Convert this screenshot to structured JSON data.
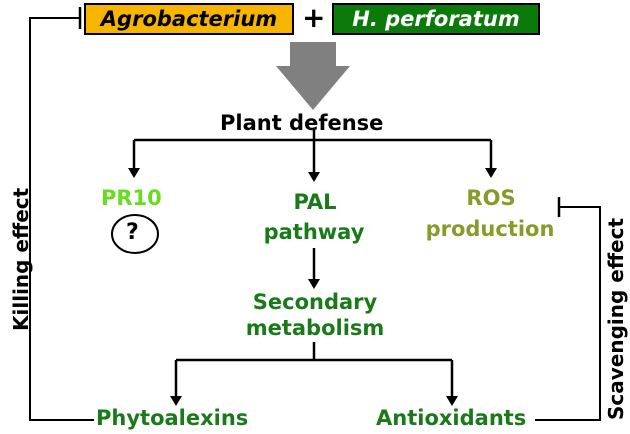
{
  "top": {
    "agrobacterium": "Agrobacterium",
    "plus": "+",
    "h_perforatum": "H. perforatum"
  },
  "colors": {
    "agro_box": "#f7b500",
    "hp_box": "#0b7a0b",
    "hp_text": "#ffffff",
    "big_arrow": "#808080",
    "pr10": "#66dd22",
    "green_text": "#1a7a1a",
    "ros": "#8a9a2a"
  },
  "nodes": {
    "plant_defense": "Plant defense",
    "pr10": "PR10",
    "question": "?",
    "pal_line1": "PAL",
    "pal_line2": "pathway",
    "ros_line1": "ROS",
    "ros_line2": "production",
    "secondary_line1": "Secondary",
    "secondary_line2": "metabolism",
    "phytoalexins": "Phytoalexins",
    "antioxidants": "Antioxidants"
  },
  "side_labels": {
    "left": "Killing effect",
    "right": "Scavenging effect"
  }
}
